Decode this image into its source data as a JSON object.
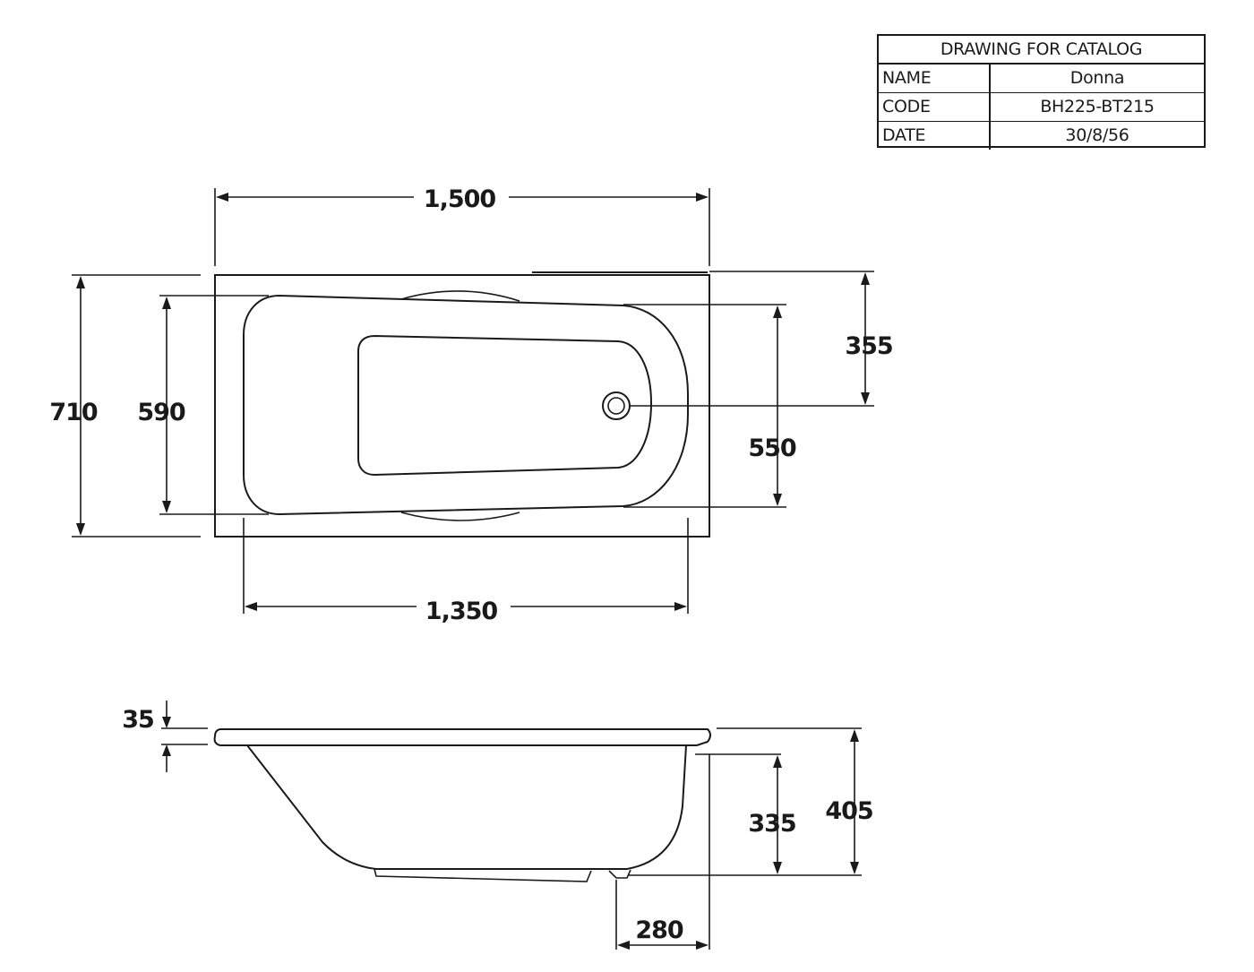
{
  "title_block": {
    "heading": "DRAWING FOR CATALOG",
    "rows": [
      {
        "label": "NAME",
        "value": "Donna"
      },
      {
        "label": "CODE",
        "value": "BH225-BT215"
      },
      {
        "label": "DATE",
        "value": "30/8/56"
      }
    ]
  },
  "plan_view": {
    "dim_overall_length": "1,500",
    "dim_inner_length": "1,350",
    "dim_overall_width": "710",
    "dim_inner_width": "590",
    "dim_drain_offset": "355",
    "dim_basin_width": "550"
  },
  "side_view": {
    "dim_rim_thickness": "35",
    "dim_inner_depth": "335",
    "dim_overall_height": "405",
    "dim_drain_distance": "280"
  }
}
